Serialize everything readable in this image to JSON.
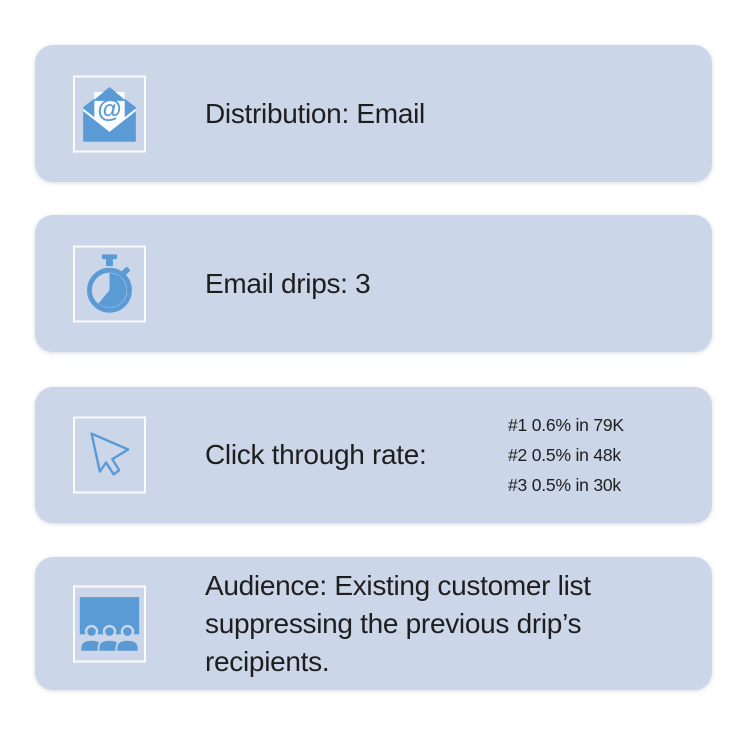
{
  "theme": {
    "card_bg": "#ccd6e9",
    "icon_blue": "#5b9bd5",
    "text_color": "#1e1e1e",
    "icon_box_border": "#fbfbfb",
    "page_bg": "#ffffff"
  },
  "cards": [
    {
      "icon": "email-open-envelope-at-symbol",
      "label": "Distribution: Email"
    },
    {
      "icon": "stopwatch-timer",
      "label": "Email drips: 3"
    },
    {
      "icon": "mouse-cursor-arrow",
      "label": "Click through rate:",
      "stats": [
        "#1 0.6% in 79K",
        "#2 0.5% in 48k",
        "#3 0.5% in 30k"
      ]
    },
    {
      "icon": "audience-presentation",
      "label": "Audience: Existing customer list suppressing the previous drip’s recipients.",
      "lines": [
        "Audience: Existing customer list",
        "suppressing the previous drip’s",
        "recipients."
      ]
    }
  ]
}
